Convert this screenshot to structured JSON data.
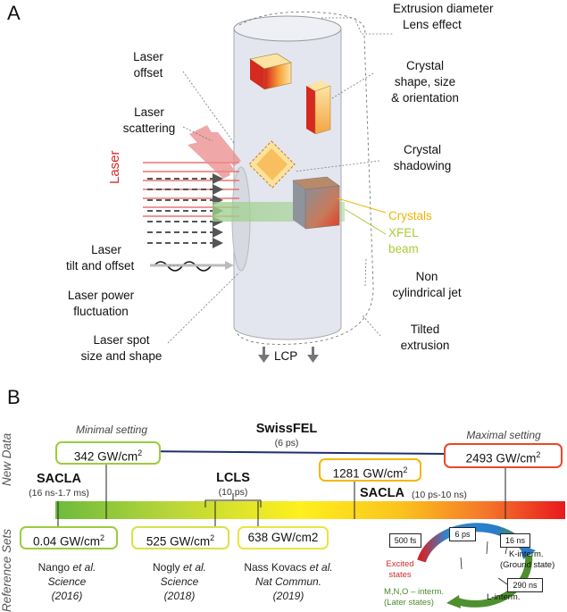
{
  "panel_a": {
    "label": "A",
    "annotations": {
      "extrusion_diameter": "Extrusion diameter",
      "lens_effect": "Lens effect",
      "laser_offset_1": "Laser",
      "laser_offset_2": "offset",
      "crystal_shape_1": "Crystal",
      "crystal_shape_2": "shape, size",
      "crystal_shape_3": "& orientation",
      "laser_scattering_1": "Laser",
      "laser_scattering_2": "scattering",
      "crystal_shadowing_1": "Crystal",
      "crystal_shadowing_2": "shadowing",
      "laser_vertical": "Laser",
      "crystals": "Crystals",
      "xfel_1": "XFEL",
      "xfel_2": "beam",
      "laser_tilt_1": "Laser",
      "laser_tilt_2": "tilt and offset",
      "non_cyl_1": "Non",
      "non_cyl_2": "cylindrical jet",
      "power_1": "Laser power",
      "power_2": "fluctuation",
      "tilted_1": "Tilted",
      "tilted_2": "extrusion",
      "spot_1": "Laser spot",
      "spot_2": "size and shape",
      "lcp": "LCP"
    },
    "colors": {
      "crystals_text": "#f0b400",
      "xfel_text": "#a8cc3a",
      "laser_text": "#d42a2a"
    }
  },
  "panel_b": {
    "label": "B",
    "side_new": "New Data",
    "side_ref": "Reference Sets",
    "minimal_setting": "Minimal setting",
    "maximal_setting": "Maximal setting",
    "swissfel": "SwissFEL",
    "swissfel_sub": "(6 ps)",
    "sacla_left": "SACLA",
    "sacla_left_sub": "(16 ns-1.7 ms)",
    "lcls": "LCLS",
    "lcls_sub": "(10 ps)",
    "sacla_right": "SACLA",
    "sacla_right_sub": "(10 ps-10 ns)",
    "box_342": "342 GW/cm",
    "box_1281": "1281 GW/cm",
    "box_2493": "2493 GW/cm",
    "box_004": "0.04 GW/cm",
    "box_525": "525 GW/cm",
    "box_638": "638 GW/cm2",
    "sup2": "2",
    "ref1": [
      "Nango ",
      "et al.",
      "Science",
      "(2016)"
    ],
    "ref2": [
      "Nogly ",
      "et al.",
      "Science",
      "(2018)"
    ],
    "ref3": [
      "Nass Kovacs ",
      "et al.",
      "Nat Commun.",
      "(2019)"
    ],
    "photocycle": {
      "t500": "500 fs",
      "t6": "6 ps",
      "t16": "16 ns",
      "t290": "290 ns",
      "k_1": "K-interm.",
      "k_2": "(Ground state)",
      "l": "L-interm.",
      "excited_1": "Excited",
      "excited_2": "states",
      "mno_1": "M,N,O – interm.",
      "mno_2": "(Later states)"
    },
    "colors": {
      "green_border": "#9ccc3c",
      "yellow_border": "#f2b705",
      "ylw_green_border": "#d7e24a",
      "red_border": "#e8472a",
      "swiss_line": "#1d2f6f",
      "excited_text": "#d42a2a",
      "later_text": "#4a8a2a"
    }
  }
}
